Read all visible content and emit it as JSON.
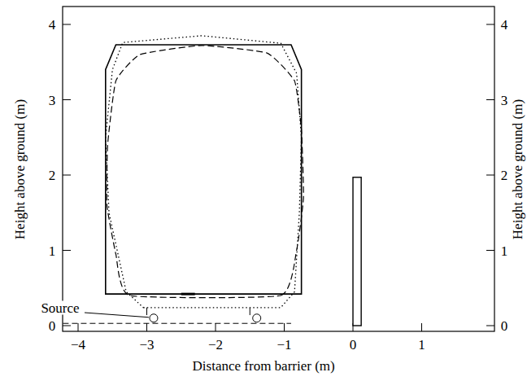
{
  "diagram": {
    "labels": [
      "4",
      "3",
      "2",
      "1",
      "0",
      "4",
      "3",
      "2",
      "1",
      "0",
      "−4",
      "−3",
      "−2",
      "−1",
      "0",
      "1",
      "Source",
      "Height above ground (m)",
      "Height above ground (m)",
      "Distance from barrier (m)"
    ]
  }
}
